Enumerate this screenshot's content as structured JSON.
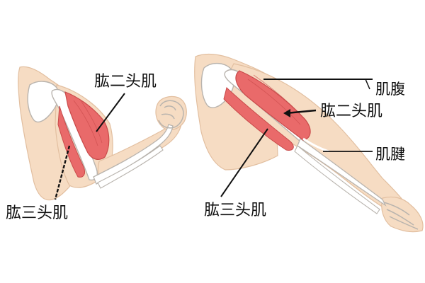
{
  "colors": {
    "skin": "#f6dcc3",
    "skin_outline": "#e2bfa0",
    "bone": "#ffffff",
    "bone_outline": "#b9b4ae",
    "muscle": "#e96a6a",
    "muscle_dark": "#c94a4a",
    "pointer": "#111111"
  },
  "labels": {
    "left_biceps": "肱二头肌",
    "left_triceps": "肱三头肌",
    "right_muscle_belly": "肌腹",
    "right_biceps": "肱二头肌",
    "right_tendon": "肌腱",
    "right_triceps": "肱三头肌"
  }
}
